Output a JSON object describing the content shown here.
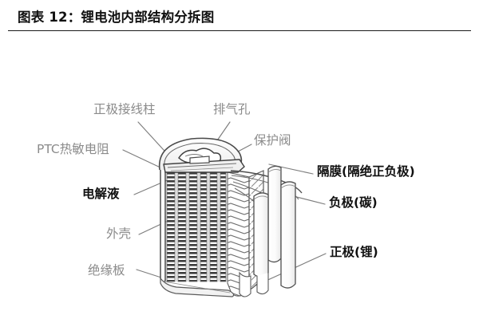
{
  "figure": {
    "title": "图表 12：锂电池内部结构分拆图",
    "subject": "锂电池内部结构分拆图",
    "illustration_name": "lithium-battery-exploded-diagram"
  },
  "colors": {
    "title_text": "#111111",
    "rule": "#1a1a1a",
    "label_gray": "#8b8b8b",
    "label_bold": "#111111",
    "leader_line": "#7a7a7a",
    "drawing_outline": "#4a4a4a",
    "hatch_dark": "#3a3a3a",
    "background": "#ffffff"
  },
  "labels": {
    "positive_terminal": "正极接线柱",
    "vent_hole": "排气孔",
    "ptc_thermistor": "PTC热敏电阻",
    "safety_valve": "保护阀",
    "separator": "隔膜(隔绝正负极)",
    "anode": "负极(碳)",
    "electrolyte": "电解液",
    "cathode": "正极(锂)",
    "case": "外壳",
    "insulation_plate": "绝缘板"
  }
}
